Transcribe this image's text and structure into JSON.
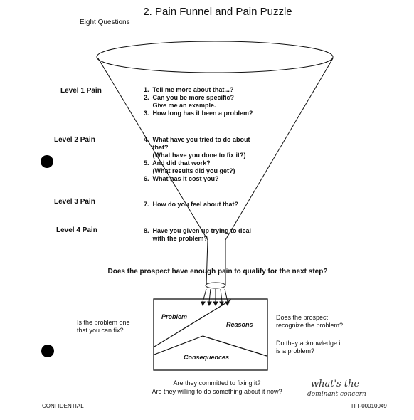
{
  "header": {
    "title": "2.  Pain Funnel and Pain Puzzle",
    "subtitle": "Eight Questions"
  },
  "levels": [
    {
      "label": "Level 1 Pain"
    },
    {
      "label": "Level 2 Pain"
    },
    {
      "label": "Level 3 Pain"
    },
    {
      "label": "Level 4 Pain"
    }
  ],
  "questions": {
    "level1": "1.  Tell me more about that...?\n2.  Can you be more specific?\n     Give me an example.\n3.  How long has it been a problem?",
    "level2": "4.  What have you tried to do about\n     that?\n     (What have you done to fix it?)\n5.  And did that work?\n     (What results did you get?)\n6.  What has it cost you?",
    "level3": "7.  How do you feel about that?",
    "level4": "8.  Have you given up trying to deal\n     with the problem?"
  },
  "mid_question": "Does the prospect have enough pain to qualify for the next step?",
  "puzzle": {
    "problem": "Problem",
    "reasons": "Reasons",
    "consequences": "Consequences"
  },
  "side_left": "Is the problem one\nthat you can fix?",
  "side_right_top": "Does the prospect\nrecognize the problem?",
  "side_right_bottom": "Do they acknowledge it\nis a problem?",
  "bottom_text": "Are they committed to fixing it?\nAre they willing to do something about it now?",
  "handwriting": {
    "line1": "what's the",
    "line2": "dominant concern"
  },
  "footer": {
    "left": "CONFIDENTIAL",
    "right": "ITT-00010049"
  }
}
